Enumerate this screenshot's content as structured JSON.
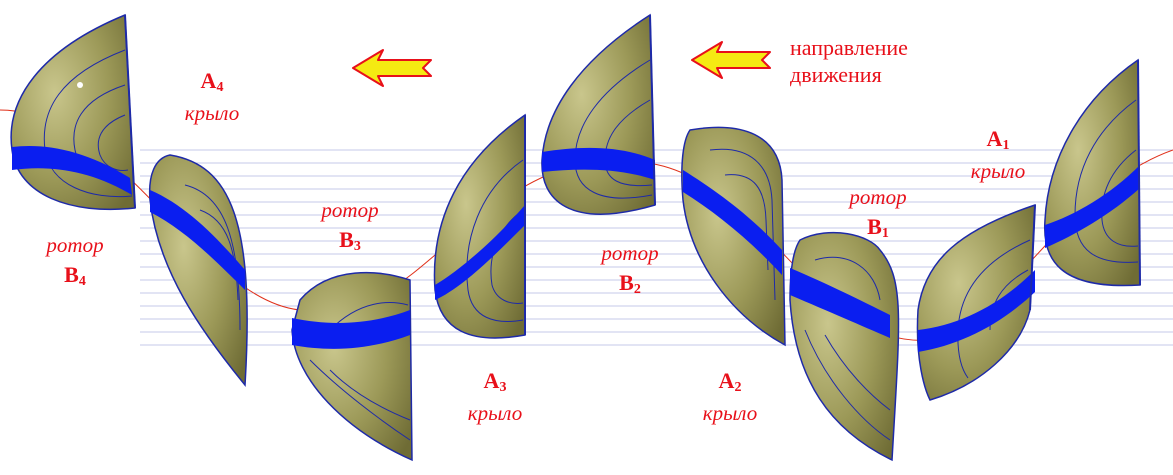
{
  "direction": {
    "line1": "направление",
    "line2": "движения"
  },
  "wings": [
    {
      "letter": "A",
      "index": "4",
      "word": "крыло"
    },
    {
      "letter": "A",
      "index": "3",
      "word": "крыло"
    },
    {
      "letter": "A",
      "index": "2",
      "word": "крыло"
    },
    {
      "letter": "A",
      "index": "1",
      "word": "крыло"
    }
  ],
  "rotors": [
    {
      "letter": "B",
      "index": "4",
      "word": "ротор"
    },
    {
      "letter": "B",
      "index": "3",
      "word": "ротор"
    },
    {
      "letter": "B",
      "index": "2",
      "word": "ротор"
    },
    {
      "letter": "B",
      "index": "1",
      "word": "ротор"
    }
  ],
  "colors": {
    "text": "#e8101a",
    "blade_fill": "#8f8c4d",
    "blade_contour": "#1e2aa8",
    "band": "#0a1ef0",
    "arrow_fill": "#f5ea12",
    "arrow_outline": "#e8101a",
    "trajectory": "#e0301a",
    "guide_lines": "#c4c8ea"
  },
  "icons": [
    "direction-arrow-icon"
  ]
}
